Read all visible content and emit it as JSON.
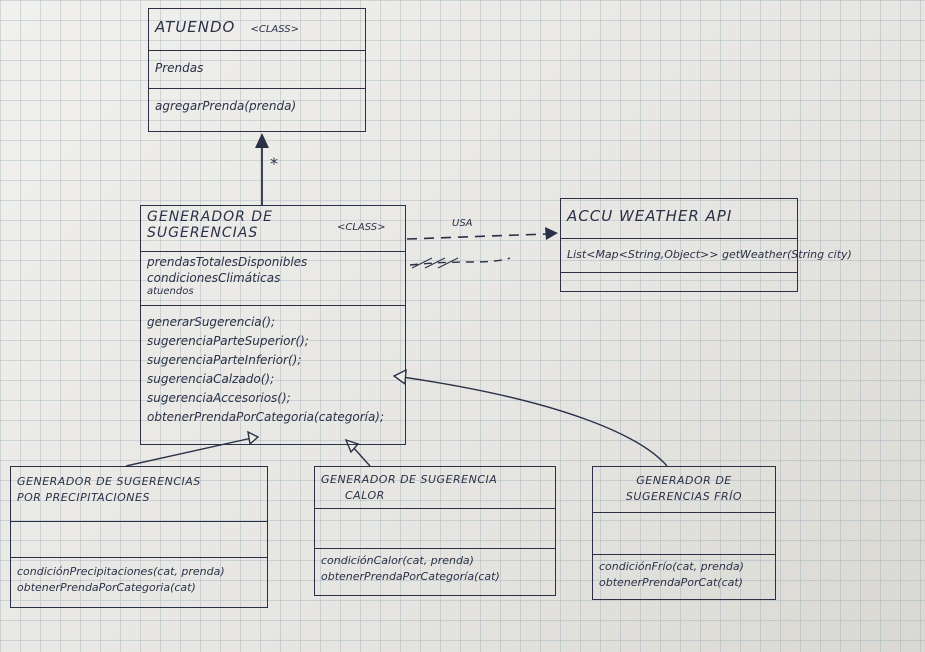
{
  "atuendo": {
    "name": "ATUENDO",
    "stereotype": "<CLASS>",
    "attributes": [
      "Prendas"
    ],
    "methods": [
      "agregarPrenda(prenda)"
    ]
  },
  "generador": {
    "name_line1": "GENERADOR DE",
    "name_line2": "SUGERENCIAS",
    "stereotype": "<CLASS>",
    "attributes": [
      "prendasTotalesDisponibles",
      "condicionesClimáticas",
      "atuendos"
    ],
    "methods": [
      "generarSugerencia();",
      "sugerenciaParteSuperior();",
      "sugerenciaParteInferior();",
      "sugerenciaCalzado();",
      "sugerenciaAccesorios();",
      "obtenerPrendaPorCategoria(categoría);"
    ]
  },
  "accuweather": {
    "name": "ACCU WEATHER API",
    "methods": [
      "List<Map<String,Object>> getWeather(String city)"
    ]
  },
  "precipitaciones": {
    "name_line1": "GENERADOR DE SUGERENCIAS",
    "name_line2": "POR PRECIPITACIONES",
    "methods": [
      "condiciónPrecipitaciones(cat, prenda)",
      "obtenerPrendaPorCategoria(cat)"
    ]
  },
  "calor": {
    "name_line1": "GENERADOR DE SUGERENCIA",
    "name_line2": "CALOR",
    "methods": [
      "condiciónCalor(cat, prenda)",
      "obtenerPrendaPorCategoría(cat)"
    ]
  },
  "frio": {
    "name_line1": "GENERADOR DE",
    "name_line2": "SUGERENCIAS FRÍO",
    "methods": [
      "condiciónFrío(cat, prenda)",
      "obtenerPrendaPorCat(cat)"
    ]
  },
  "relations": {
    "usa_label": "USA",
    "multiplicity": "*"
  }
}
